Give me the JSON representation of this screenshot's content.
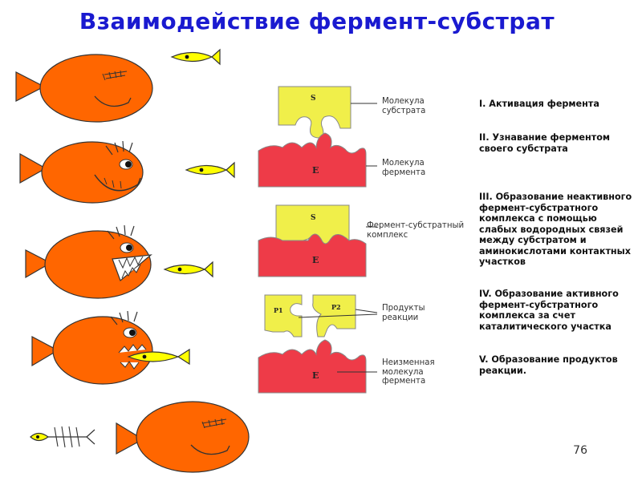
{
  "title": "Взаимодействие фермент-субстрат",
  "colors": {
    "title": "#1a1ad0",
    "fish_body": "#ff6600",
    "small_fish": "#ffff00",
    "substrate": "#f0ef4a",
    "enzyme": "#ee3b48"
  },
  "labels": {
    "substrate_molecule": "Молекула\nсубстрата",
    "enzyme_molecule": "Молекула\nфермента",
    "complex": "Фермент-субстратный\nкомплекс",
    "products": "Продукты\nреакции",
    "unchanged_enzyme": "Неизменная\nмолекула\nфермента"
  },
  "letters": {
    "substrate": "S",
    "enzyme": "E",
    "product1": "P1",
    "product2": "P2"
  },
  "stages": [
    "I. Активация фермента",
    "II. Узнавание ферментом\nсвоего субстрата",
    "III. Образование неактивного\nфермент-субстратного\nкомплекса с помощью\nслабых водородных связей\nмежду субстратом и\nаминокислотами контактных\nучастков",
    "IV. Образование активного\nфермент-субстратного\nкомплекса за счет\nкаталитического участка",
    "V. Образование продуктов\nреакции."
  ],
  "page_number": "76"
}
